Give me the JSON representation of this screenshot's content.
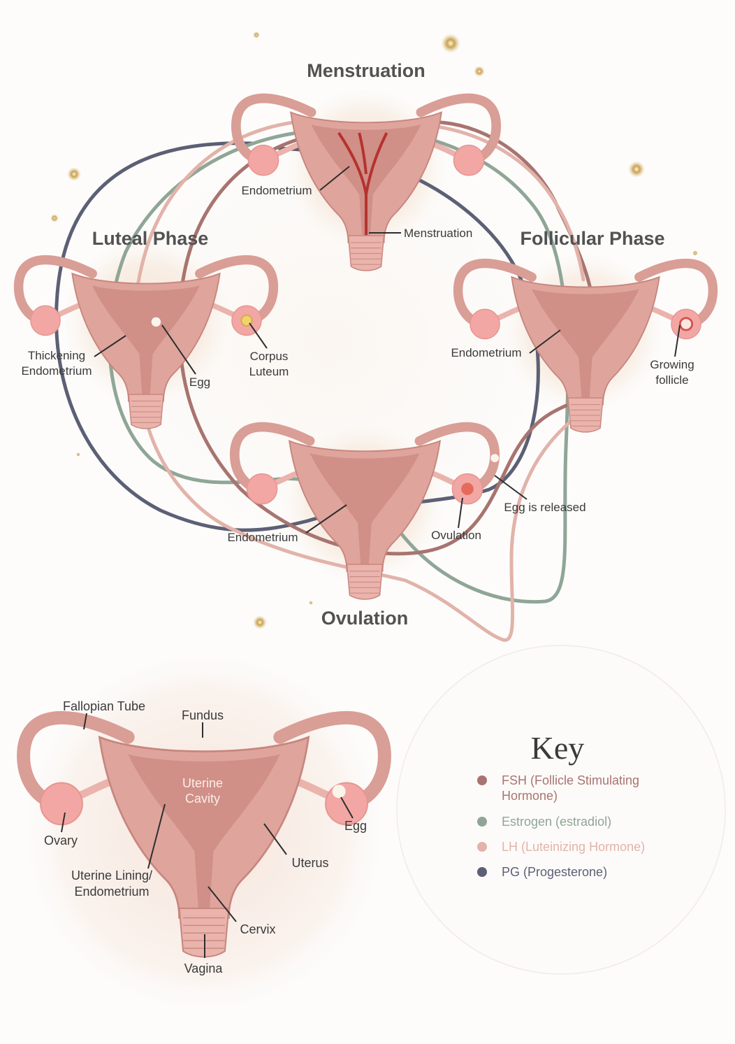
{
  "phases": {
    "menstruation": {
      "title": "Menstruation",
      "labels": {
        "endometrium": "Endometrium",
        "menstruation": "Menstruation"
      }
    },
    "luteal": {
      "title": "Luteal Phase",
      "labels": {
        "thickening_1": "Thickening",
        "thickening_2": "Endometrium",
        "egg": "Egg",
        "corpus_1": "Corpus",
        "corpus_2": "Luteum"
      }
    },
    "follicular": {
      "title": "Follicular Phase",
      "labels": {
        "endometrium": "Endometrium",
        "growing_1": "Growing",
        "growing_2": "follicle"
      }
    },
    "ovulation": {
      "title": "Ovulation",
      "labels": {
        "endometrium": "Endometrium",
        "ovulation": "Ovulation",
        "egg_released": "Egg is released"
      }
    }
  },
  "anatomy": {
    "fallopian_tube": "Fallopian Tube",
    "fundus": "Fundus",
    "uterine_cavity_1": "Uterine",
    "uterine_cavity_2": "Cavity",
    "ovary": "Ovary",
    "egg": "Egg",
    "uterus": "Uterus",
    "lining_1": "Uterine Lining/",
    "lining_2": "Endometrium",
    "cervix": "Cervix",
    "vagina": "Vagina"
  },
  "key": {
    "title": "Key",
    "items": [
      {
        "line1": "FSH (Follicle Stimulating",
        "line2": "Hormone)",
        "color": "#a87470"
      },
      {
        "line1": "Estrogen (estradiol)",
        "line2": "",
        "color": "#8fa696"
      },
      {
        "line1": "LH (Luteinizing Hormone)",
        "line2": "",
        "color": "#e2b3aa"
      },
      {
        "line1": "PG (Progesterone)",
        "line2": "",
        "color": "#5c6075"
      }
    ]
  },
  "colors": {
    "fsh": "#a87470",
    "estrogen": "#8fa696",
    "lh": "#e2b3aa",
    "pg": "#5c6075",
    "uterus": "#dfa59d",
    "ovary": "#f2a7a4",
    "glow": "#f6e5d6"
  }
}
